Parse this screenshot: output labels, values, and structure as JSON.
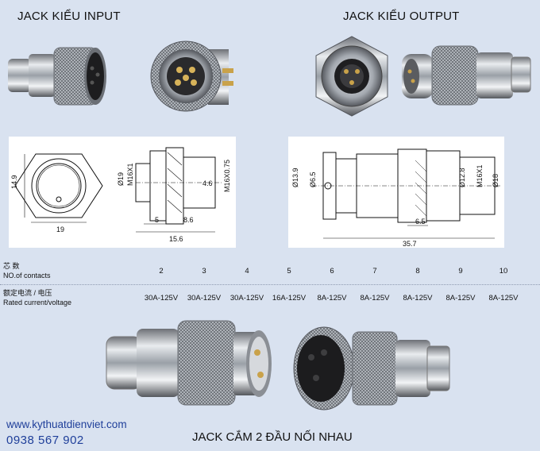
{
  "headers": {
    "input": "JACK KIỂU INPUT",
    "output": "JACK KIỂU OUTPUT",
    "bottom": "JACK CẮM 2 ĐẦU NỐI NHAU"
  },
  "drawing_left": {
    "dims": [
      "14.9",
      "19",
      "M16X1",
      "Ø19",
      "M16X0.75",
      "4.6",
      "5",
      "8.6",
      "15.6"
    ]
  },
  "drawing_right": {
    "dims": [
      "Ø13.9",
      "Ø6.5",
      "Ø12.8",
      "M16X1",
      "Ø18",
      "6.5",
      "35.7"
    ]
  },
  "spec_table": {
    "row1_label_cn": "芯        数",
    "row1_label_en": "NO.of contacts",
    "row2_label_cn": "额定电流 /   电压",
    "row2_label_en": "Rated current/voltage",
    "contacts": [
      "2",
      "3",
      "4",
      "5",
      "6",
      "7",
      "8",
      "9",
      "10"
    ],
    "ratings": [
      "30A-125V",
      "30A-125V",
      "30A-125V",
      "16A-125V",
      "8A-125V",
      "8A-125V",
      "8A-125V",
      "8A-125V",
      "8A-125V"
    ]
  },
  "footer": {
    "website": "www.kythuatdienviet.com",
    "phone": "0938 567 902"
  }
}
